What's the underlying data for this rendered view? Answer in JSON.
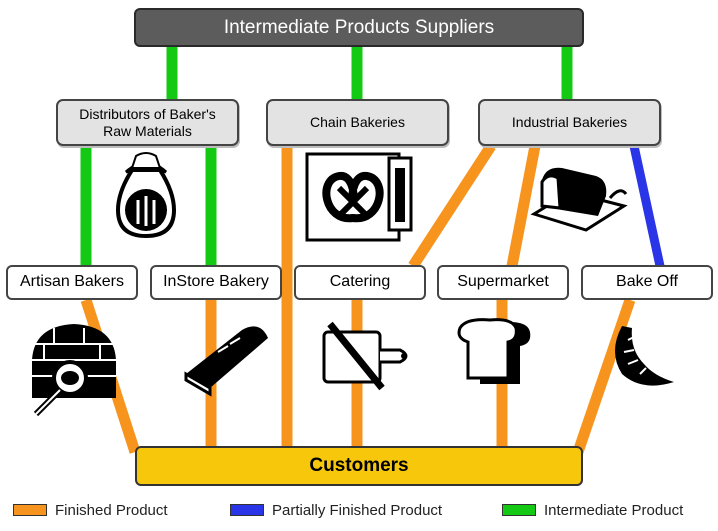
{
  "suppliers": {
    "label": "Intermediate Products Suppliers"
  },
  "tier2": [
    {
      "id": "distributors",
      "label": "Distributors of Baker's Raw Materials"
    },
    {
      "id": "chain",
      "label": "Chain Bakeries"
    },
    {
      "id": "industrial",
      "label": "Industrial Bakeries"
    }
  ],
  "outlets": [
    {
      "id": "artisan",
      "label": "Artisan Bakers"
    },
    {
      "id": "instore",
      "label": "InStore Bakery"
    },
    {
      "id": "catering",
      "label": "Catering"
    },
    {
      "id": "supermarket",
      "label": "Supermarket"
    },
    {
      "id": "bakeoff",
      "label": "Bake Off"
    }
  ],
  "customers": {
    "label": "Customers"
  },
  "legend": [
    {
      "label": "Finished Product",
      "color": "#f7941d"
    },
    {
      "label": "Partially Finished Product",
      "color": "#2b35e8"
    },
    {
      "label": "Intermediate Product",
      "color": "#14c914"
    }
  ],
  "colors": {
    "finished": "#f7941d",
    "partial": "#2b35e8",
    "intermediate": "#14c914",
    "customers_fill": "#f7c70c",
    "supplier_fill": "#5c5c5c"
  },
  "icons": [
    "flour-sack-icon",
    "pretzel-sign-icon",
    "bread-loaf-board-icon",
    "brick-oven-icon",
    "baguette-icon",
    "cutting-board-knife-icon",
    "toast-slices-icon",
    "croissant-icon"
  ]
}
